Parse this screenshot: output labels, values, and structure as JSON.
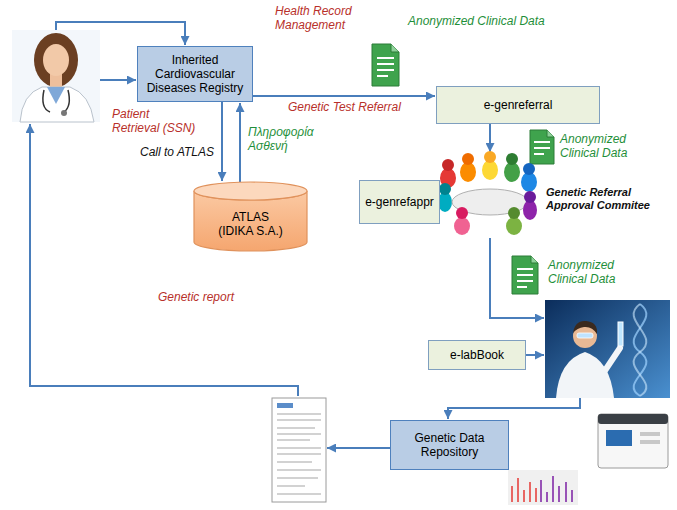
{
  "diagram": {
    "nodes": [
      {
        "text": [
          "Inherited Cardiovascular Diseases Registry"
        ]
      },
      {
        "text": [
          "ATLAS (IDIKA S.A.)"
        ]
      },
      {
        "text": [
          "e-genreferral"
        ]
      },
      {
        "text": [
          "e-genrefappr"
        ]
      },
      {
        "text": [
          "e-labBook"
        ]
      },
      {
        "text": [
          "Genetic Data Repository"
        ]
      }
    ],
    "edges": [
      {
        "from": 0,
        "to": 1,
        "arrow": "to",
        "label": "Call to ATLAS"
      },
      {
        "from": 1,
        "to": 0,
        "arrow": "to",
        "label": "Πληροφορία Ασθενή"
      },
      {
        "from": 0,
        "to": 2,
        "arrow": "to",
        "label": "Genetic Test Referral"
      }
    ],
    "labels": [
      "Health Record Management",
      "Patient Retrieval (SSN)",
      "Anonymized Clinical Data",
      "Anonymized Clinical Data",
      "Genetic Referral Approval Commitee",
      "Anonymized Clinical Data",
      "Genetic report"
    ]
  }
}
